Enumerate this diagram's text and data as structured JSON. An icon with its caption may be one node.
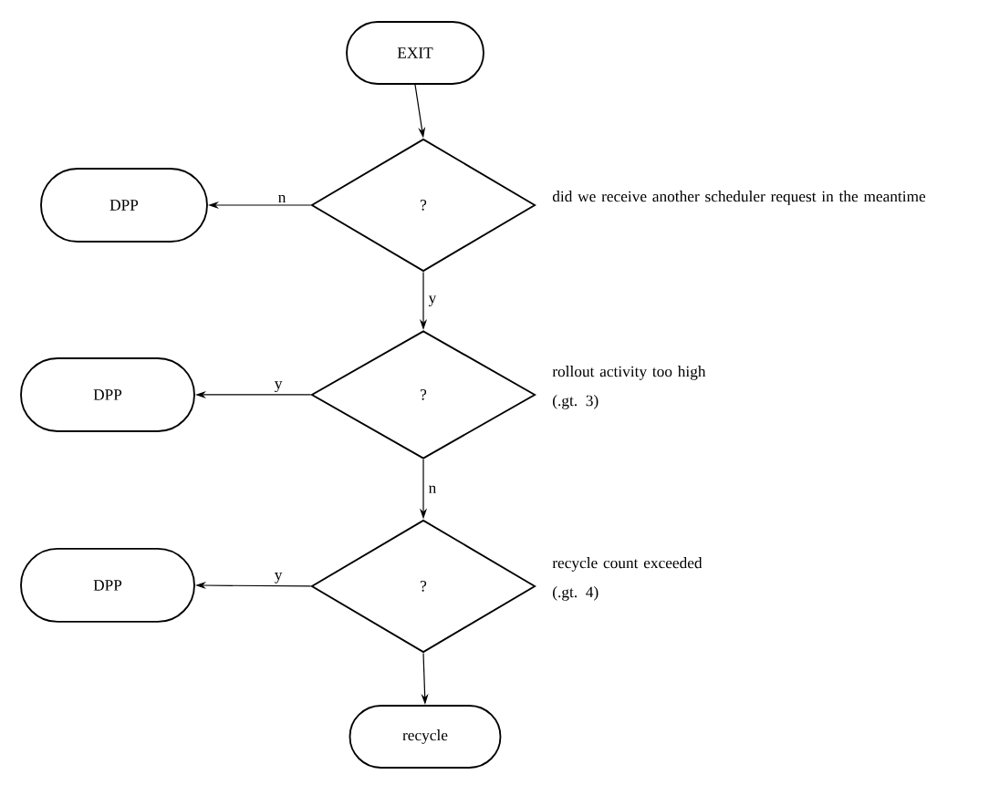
{
  "diagram": {
    "nodes": [
      {
        "text": [
          "EXIT"
        ]
      },
      {
        "text": [
          "?"
        ],
        "beside": [
          "did we receive another scheduler request in the meantime"
        ]
      },
      {
        "text": [
          "DPP"
        ]
      },
      {
        "text": [
          "?"
        ],
        "beside": [
          "rollout activity too high",
          "(.gt. 3)"
        ]
      },
      {
        "text": [
          "DPP"
        ]
      },
      {
        "text": [
          "?"
        ],
        "beside": [
          "recycle count exceeded",
          "(.gt. 4)"
        ]
      },
      {
        "text": [
          "DPP"
        ]
      },
      {
        "text": [
          "recycle"
        ]
      }
    ],
    "edges": [
      {
        "from": 0,
        "to": 1,
        "arrow": "to"
      },
      {
        "from": 1,
        "to": 2,
        "arrow": "to",
        "label": "n"
      },
      {
        "from": 1,
        "to": 3,
        "arrow": "to",
        "label": "y"
      },
      {
        "from": 3,
        "to": 4,
        "arrow": "to",
        "label": "y"
      },
      {
        "from": 3,
        "to": 5,
        "arrow": "to",
        "label": "n"
      },
      {
        "from": 5,
        "to": 6,
        "arrow": "to",
        "label": "y"
      },
      {
        "from": 5,
        "to": 7,
        "arrow": "to"
      }
    ]
  }
}
